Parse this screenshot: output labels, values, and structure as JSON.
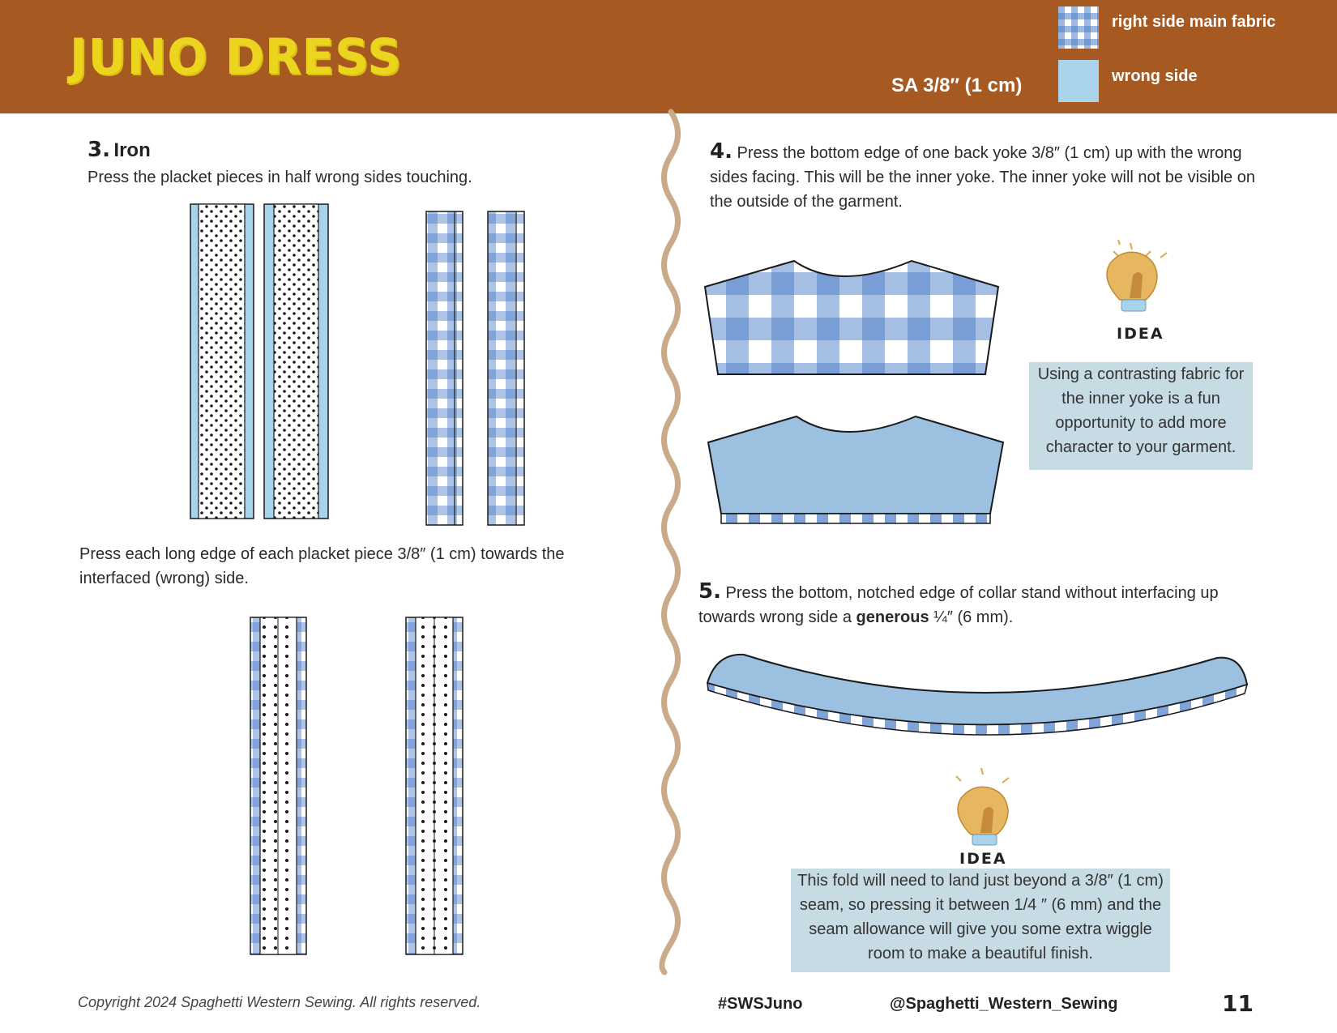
{
  "header": {
    "brand": "JUNO DRESS",
    "seam_allowance": "SA 3/8″ (1 cm)",
    "legend": [
      {
        "label": "right side main fabric",
        "swatch": "gingham"
      },
      {
        "label": "wrong side",
        "swatch": "light-blue"
      }
    ]
  },
  "colors": {
    "header_bg": "#a65a22",
    "brand_yellow": "#ecd51e",
    "gingham_blue": "#4c7dc8",
    "wrong_side": "#a9d3ea",
    "tip_box": "#c6dbe4",
    "wave_line": "#c9ab8a"
  },
  "step3": {
    "number": "3.",
    "title": "Iron",
    "text1": "Press the placket pieces in half wrong sides touching.",
    "text2": "Press each long edge of each placket piece 3/8″ (1 cm) towards the interfaced (wrong) side."
  },
  "step4": {
    "number": "4.",
    "text": "Press the bottom edge of one back yoke 3/8″ (1 cm) up with the wrong sides facing. This will be the inner yoke. The inner yoke will not be visible on the outside of the garment.",
    "idea_label": "IDEA",
    "tip": "Using a contrasting fabric for the inner yoke is a fun opportunity to add more character to your garment."
  },
  "step5": {
    "number": "5.",
    "text_before": "Press the bottom, notched edge of collar stand without interfacing up towards wrong side a ",
    "text_bold": "generous",
    "text_after": " ¼″ (6 mm).",
    "idea_label": "IDEA",
    "tip": "This fold will need to land just beyond a 3/8″ (1 cm) seam, so pressing it between 1/4 ″ (6 mm) and the seam allowance will give you some extra wiggle room to make a beautiful finish."
  },
  "footer": {
    "copyright": "Copyright 2024 Spaghetti Western Sewing. All rights reserved.",
    "hashtag": "#SWSJuno",
    "handle": "@Spaghetti_Western_Sewing",
    "page": "11"
  }
}
